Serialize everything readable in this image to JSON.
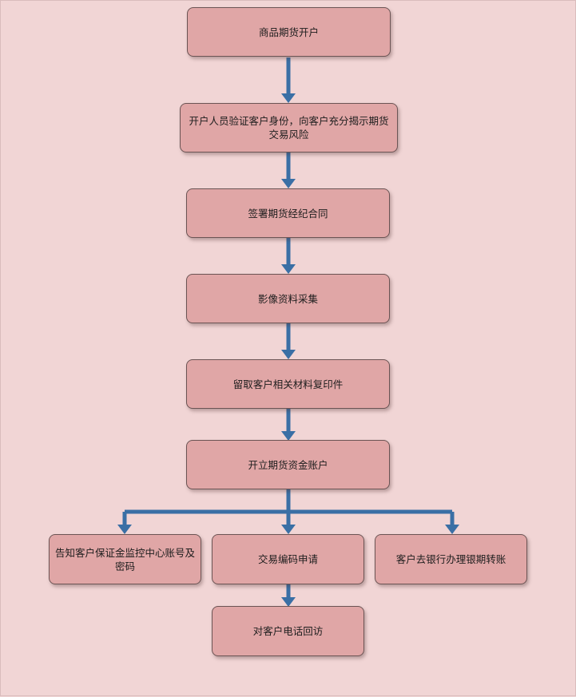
{
  "nodes": {
    "n1": "商品期货开户",
    "n2": "开户人员验证客户身份，向客户充分揭示期货交易风险",
    "n3": "签署期货经纪合同",
    "n4": "影像资料采集",
    "n5": "留取客户相关材料复印件",
    "n6": "开立期货资金账户",
    "n7": "告知客户保证金监控中心账号及密码",
    "n8": "交易编码申请",
    "n9": "客户去银行办理银期转账",
    "n10": "对客户电话回访"
  },
  "colors": {
    "background": "#f1d5d5",
    "node_fill": "#e0a6a6",
    "node_border": "#6b5454",
    "arrow": "#3a6fa5"
  }
}
